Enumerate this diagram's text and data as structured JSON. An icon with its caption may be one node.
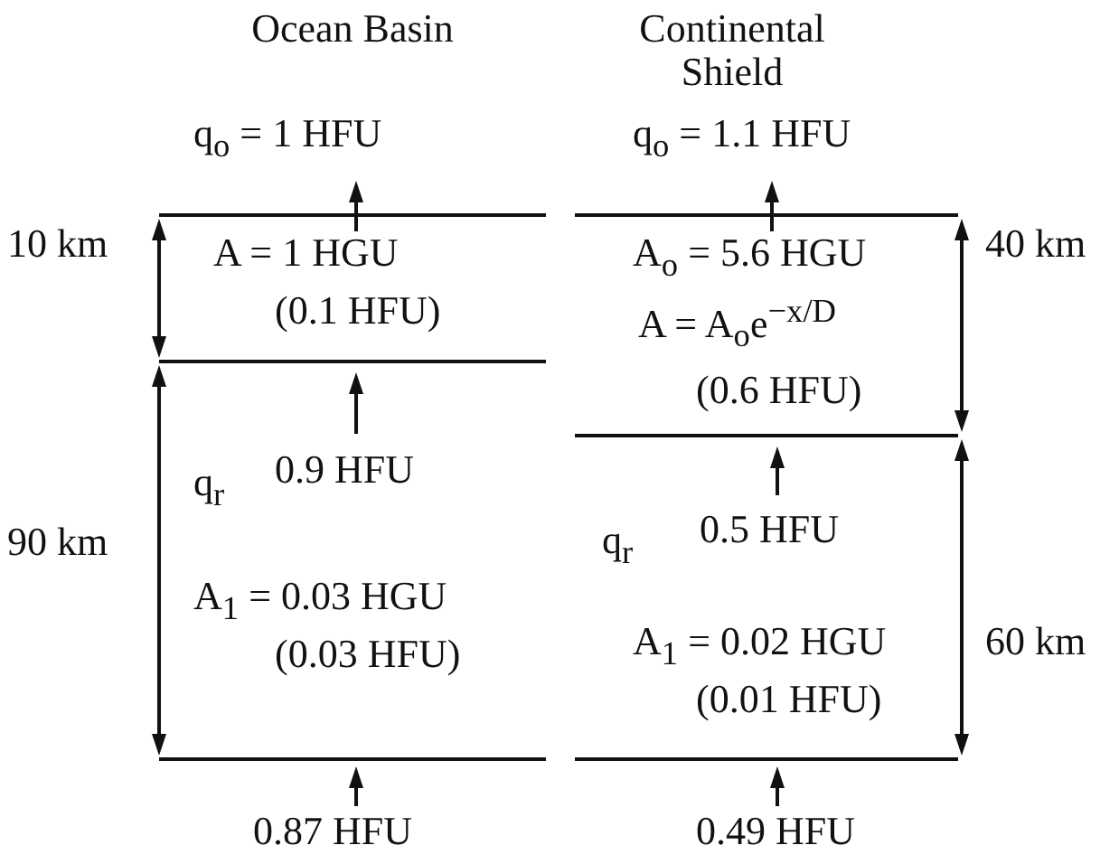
{
  "diagram": {
    "labels": [
      "Ocean Basin",
      "Continental Shield",
      "q$_{o}$ = 1 HFU",
      "q$_{o}$ = 1.1 HFU",
      "10 km",
      "A = 1 HGU",
      "A$_{o}$ = 5.6 HGU",
      "40 km",
      "(0.1 HFU)",
      "A = A$_{o}$e$^{−x/D}$",
      "(0.6 HFU)",
      "q$_{r}$",
      "0.9 HFU",
      "q$_{r}$",
      "0.5 HFU",
      "90 km",
      "A$_{1}$ = 0.03 HGU",
      "A$_{1}$ = 0.02 HGU",
      "60 km",
      "(0.03 HFU)",
      "(0.01 HFU)",
      "0.87 HFU",
      "0.49 HFU"
    ]
  }
}
